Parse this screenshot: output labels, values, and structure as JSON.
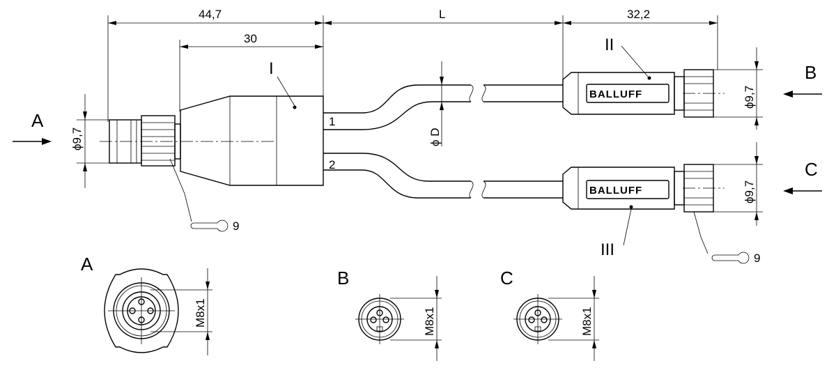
{
  "dimensions": {
    "left_overall": "44,7",
    "cable_length": "L",
    "right_overall": "32,2",
    "housing": "30",
    "diameter_left": "ϕ9,7",
    "diameter_cable": "ϕ D",
    "diameter_right_top": "ϕ9,7",
    "diameter_right_bottom": "ϕ9,7"
  },
  "labels": {
    "view_a_arrow": "A",
    "view_b_arrow": "B",
    "view_c_arrow": "C",
    "part_one": "I",
    "part_two": "II",
    "part_three": "III",
    "branch_one": "1",
    "branch_two": "2",
    "wrench_left": "9",
    "wrench_right": "9",
    "brand_top": "BALLUFF",
    "brand_bottom": "BALLUFF"
  },
  "views": [
    {
      "title": "A",
      "thread": "M8x1"
    },
    {
      "title": "B",
      "thread": "M8x1"
    },
    {
      "title": "C",
      "thread": "M8x1"
    }
  ]
}
